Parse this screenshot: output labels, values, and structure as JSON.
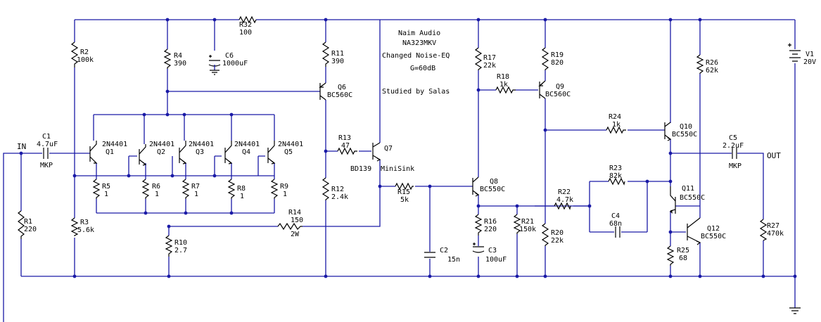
{
  "notes": {
    "line1": "Naim Audio",
    "line2": "NA323MKV",
    "line3": "Changed Noise-EQ",
    "line4": "G=60dB",
    "line5": "Studied by Salas"
  },
  "ports": {
    "in": "IN",
    "out": "OUT"
  },
  "components": {
    "R32": {
      "name": "R32",
      "value": "100"
    },
    "R2": {
      "name": "R2",
      "value": "100k"
    },
    "R4": {
      "name": "R4",
      "value": "390"
    },
    "C6": {
      "name": "C6",
      "value": "1000uF"
    },
    "R11": {
      "name": "R11",
      "value": "390"
    },
    "Q6": {
      "name": "Q6",
      "value": "BC560C"
    },
    "R17": {
      "name": "R17",
      "value": "22k"
    },
    "R19": {
      "name": "R19",
      "value": "820"
    },
    "R18": {
      "name": "R18",
      "value": "1k"
    },
    "Q9": {
      "name": "Q9",
      "value": "BC560C"
    },
    "R26": {
      "name": "R26",
      "value": "62k"
    },
    "V1": {
      "name": "V1",
      "value": "20V"
    },
    "C1": {
      "name": "C1",
      "value": "4.7uF",
      "extra": "MKP"
    },
    "Q1": {
      "name": "Q1",
      "value": "2N4401"
    },
    "Q2": {
      "name": "Q2",
      "value": "2N4401"
    },
    "Q3": {
      "name": "Q3",
      "value": "2N4401"
    },
    "Q4": {
      "name": "Q4",
      "value": "2N4401"
    },
    "Q5": {
      "name": "Q5",
      "value": "2N4401"
    },
    "R13": {
      "name": "R13",
      "value": "47"
    },
    "Q7": {
      "name": "Q7",
      "value": "BD139",
      "extra": "MiniSink"
    },
    "R24": {
      "name": "R24",
      "value": "1k"
    },
    "Q10": {
      "name": "Q10",
      "value": "BC550C"
    },
    "C5": {
      "name": "C5",
      "value": "2.2uF",
      "extra": "MKP"
    },
    "R5": {
      "name": "R5",
      "value": "1"
    },
    "R6": {
      "name": "R6",
      "value": "1"
    },
    "R7": {
      "name": "R7",
      "value": "1"
    },
    "R8": {
      "name": "R8",
      "value": "1"
    },
    "R9": {
      "name": "R9",
      "value": "1"
    },
    "R12": {
      "name": "R12",
      "value": "2.4k"
    },
    "R15": {
      "name": "R15",
      "value": "5k"
    },
    "Q8": {
      "name": "Q8",
      "value": "BC550C"
    },
    "R23": {
      "name": "R23",
      "value": "82k"
    },
    "R22": {
      "name": "R22",
      "value": "4.7k"
    },
    "Q11": {
      "name": "Q11",
      "value": "BC550C"
    },
    "R14": {
      "name": "R14",
      "value": "150",
      "extra": "2W"
    },
    "R1": {
      "name": "R1",
      "value": "220"
    },
    "R3": {
      "name": "R3",
      "value": "5.6k"
    },
    "R16": {
      "name": "R16",
      "value": "220"
    },
    "R21": {
      "name": "R21",
      "value": "150k"
    },
    "C4": {
      "name": "C4",
      "value": "68n"
    },
    "R20": {
      "name": "R20",
      "value": "22k"
    },
    "Q12": {
      "name": "Q12",
      "value": "BC550C"
    },
    "R27": {
      "name": "R27",
      "value": "470k"
    },
    "R10": {
      "name": "R10",
      "value": "2.7"
    },
    "C2": {
      "name": "C2",
      "value": "15n"
    },
    "C3": {
      "name": "C3",
      "value": "100uF"
    },
    "R25": {
      "name": "R25",
      "value": "68"
    }
  }
}
